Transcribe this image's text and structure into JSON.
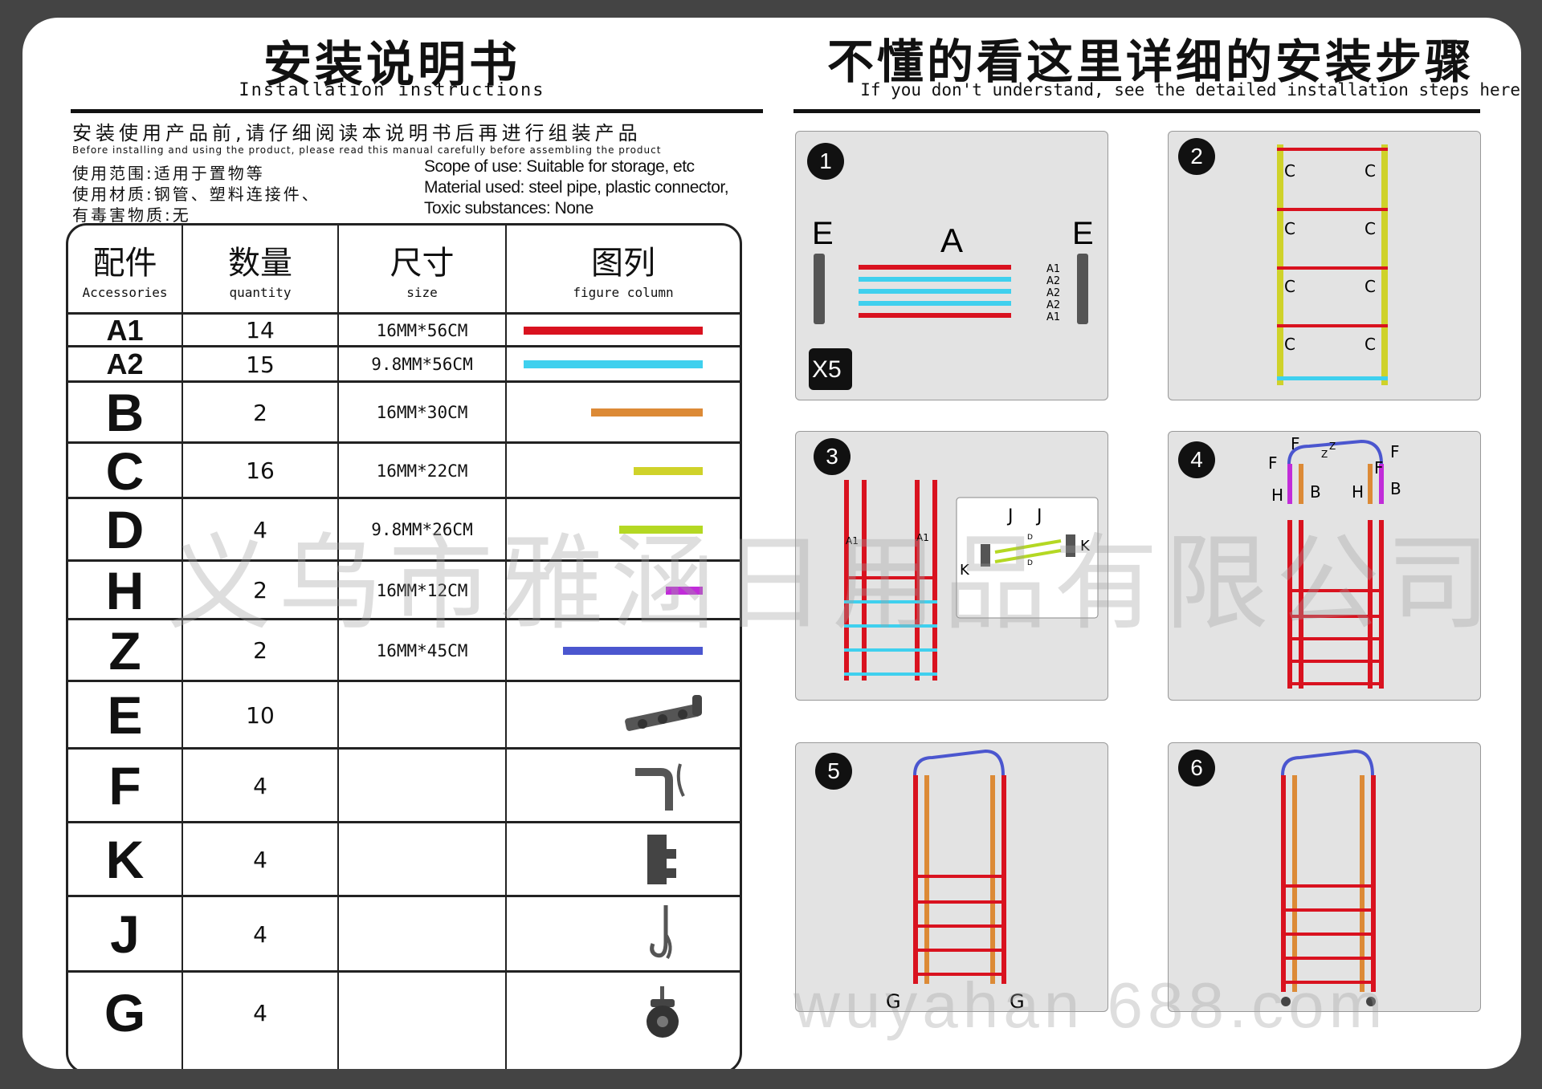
{
  "left_header": {
    "title_cn": "安装说明书",
    "title_en": "Installation instructions"
  },
  "right_header": {
    "title_cn": "不懂的看这里详细的安装步骤",
    "title_en": "If you don't understand, see the detailed installation steps here"
  },
  "intro": {
    "line_cn": "安装使用产品前,请仔细阅读本说明书后再进行组装产品",
    "line_en": "Before installing and using the product, please read this manual carefully before assembling the product",
    "scope_cn": "使用范围:适用于置物等",
    "material_cn": "使用材质:钢管、塑料连接件、",
    "toxic_cn": "有毒害物质:无",
    "scope_en": "Scope of use: Suitable for storage, etc",
    "material_en": "Material used: steel pipe, plastic connector,",
    "toxic_en": "Toxic substances: None"
  },
  "table": {
    "headers": [
      {
        "cn": "配件",
        "en": "Accessories"
      },
      {
        "cn": "数量",
        "en": "quantity"
      },
      {
        "cn": "尺寸",
        "en": "size"
      },
      {
        "cn": "图列",
        "en": "figure column"
      }
    ],
    "rows": [
      {
        "label": "A1",
        "qty": "14",
        "size": "16MM*56CM",
        "color": "#d9121f",
        "bar": 0.96
      },
      {
        "label": "A2",
        "qty": "15",
        "size": "9.8MM*56CM",
        "color": "#3fd0ee",
        "bar": 0.96
      },
      {
        "label": "B",
        "qty": "2",
        "size": "16MM*30CM",
        "color": "#dc8a36",
        "bar": 0.6
      },
      {
        "label": "C",
        "qty": "16",
        "size": "16MM*22CM",
        "color": "#cfd22a",
        "bar": 0.37
      },
      {
        "label": "D",
        "qty": "4",
        "size": "9.8MM*26CM",
        "color": "#b4d823",
        "bar": 0.45
      },
      {
        "label": "H",
        "qty": "2",
        "size": "16MM*12CM",
        "color": "#c12cd9",
        "bar": 0.2
      },
      {
        "label": "Z",
        "qty": "2",
        "size": "16MM*45CM",
        "color": "#4b56cf",
        "bar": 0.75
      },
      {
        "label": "E",
        "qty": "10",
        "size": "",
        "icon": "hook-bracket-icon"
      },
      {
        "label": "F",
        "qty": "4",
        "size": "",
        "icon": "corner-hook-icon"
      },
      {
        "label": "K",
        "qty": "4",
        "size": "",
        "icon": "connector-clip-icon"
      },
      {
        "label": "J",
        "qty": "4",
        "size": "",
        "icon": "double-hook-icon"
      },
      {
        "label": "G",
        "qty": "4",
        "size": "",
        "icon": "caster-wheel-icon"
      }
    ]
  },
  "steps": [
    {
      "num": "1",
      "labels": [
        "E",
        "A",
        "E",
        "A1",
        "A2",
        "A2",
        "A2",
        "A1",
        "X5"
      ]
    },
    {
      "num": "2",
      "labels": [
        "C"
      ]
    },
    {
      "num": "3",
      "labels": [
        "A1",
        "A1",
        "J",
        "J",
        "K",
        "K",
        "D",
        "D"
      ]
    },
    {
      "num": "4",
      "labels": [
        "F",
        "F",
        "F",
        "F",
        "Z",
        "Z",
        "H",
        "H",
        "B",
        "B"
      ]
    },
    {
      "num": "5",
      "labels": [
        "G",
        "G"
      ]
    },
    {
      "num": "6",
      "labels": []
    }
  ],
  "watermark": {
    "company": "义乌市雅涵日用品有限公司",
    "site": "wuyahan  688.com"
  }
}
